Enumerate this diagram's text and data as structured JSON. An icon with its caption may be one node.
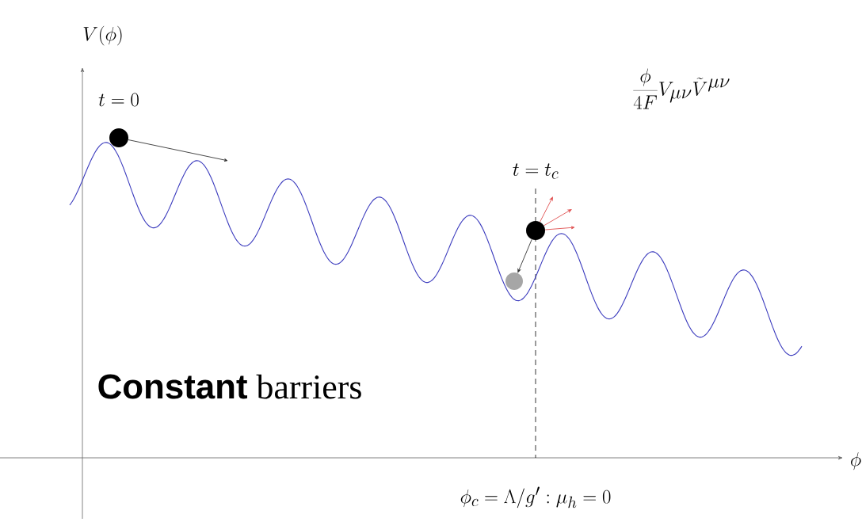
{
  "diagram": {
    "nodes": [
      {
        "text": [],
        "shape": "circle"
      },
      {
        "text": [],
        "shape": "circle"
      },
      {
        "text": [],
        "shape": "circle"
      }
    ],
    "edges": [
      {
        "from": 0,
        "to": null,
        "arrow": "to",
        "color": "#333333"
      },
      {
        "from": 1,
        "to": 2,
        "arrow": "to",
        "color": "#333333"
      },
      {
        "from": 1,
        "to": null,
        "arrow": "to",
        "color": "#e05050"
      },
      {
        "from": 1,
        "to": null,
        "arrow": "to",
        "color": "#e05050"
      },
      {
        "from": 1,
        "to": null,
        "arrow": "to",
        "color": "#e05050"
      }
    ],
    "labels": [
      "V(\\phi)",
      "t = 0",
      "\\frac{\\phi}{4F}V_{\\mu\\nu}\\tilde{V}^{\\mu\\nu}",
      "t = t_c",
      "**Constant** barriers",
      "\\phi",
      "\\phi_c = \\Lambda/g' : \\mu_h = 0"
    ]
  }
}
